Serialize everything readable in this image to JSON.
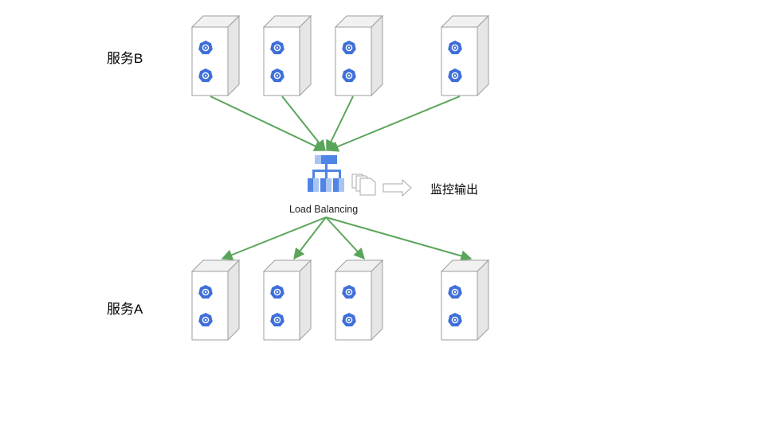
{
  "labels": {
    "service_b": "服务B",
    "service_a": "服务A",
    "load_balancer": "Load Balancing",
    "monitor_output": "监控输出"
  },
  "colors": {
    "arrow": "#5aa55a",
    "server_front": "#ffffff",
    "server_side": "#e6e6e6",
    "server_top": "#f1f1f1",
    "server_stroke": "#9e9e9e",
    "k8s_icon": "#3f6fd8",
    "lb_dark": "#4f85e6",
    "lb_light": "#a9c4f3"
  },
  "icons": {
    "server": "server-icon",
    "pod": "kubernetes-icon",
    "load_balancer": "load-balancer-icon",
    "documents": "documents-icon",
    "output_arrow": "right-arrow-icon"
  },
  "groups": [
    {
      "id": "service-b",
      "server_count": 4,
      "pods_per_server": 2
    },
    {
      "id": "service-a",
      "server_count": 4,
      "pods_per_server": 2
    }
  ]
}
